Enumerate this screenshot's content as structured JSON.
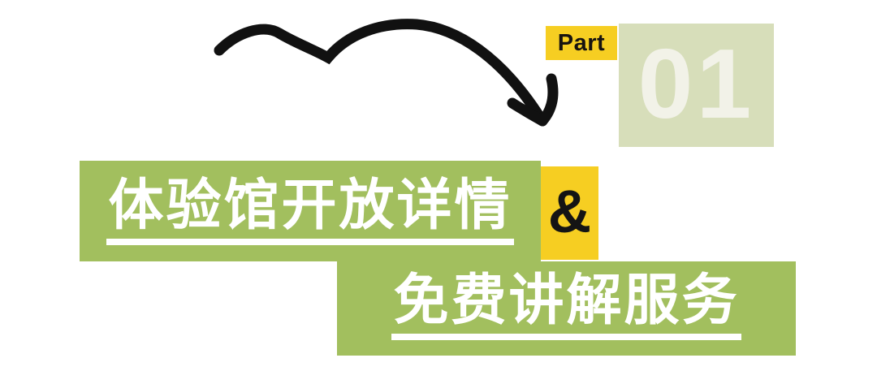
{
  "page": {
    "background_color": "#ffffff",
    "accent_green": "#a2bf5e",
    "pale_green": "#d7deba",
    "accent_yellow": "#f6ce22",
    "arrow_color": "#111111",
    "text_white": "#ffffff",
    "text_black": "#141414"
  },
  "part": {
    "label": "Part",
    "number": "01"
  },
  "icons": {
    "curved_arrow": "hand-drawn double-hump arrow pointing down-right"
  },
  "headlines": {
    "line1": "体验馆开放详情",
    "separator": "&",
    "line2": "免费讲解服务"
  }
}
